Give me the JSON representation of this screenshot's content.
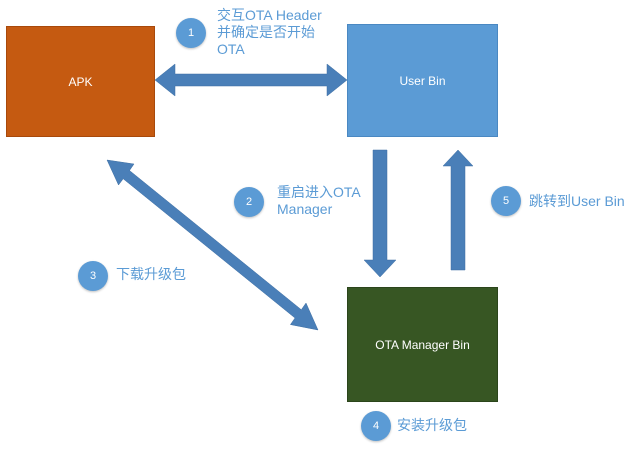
{
  "boxes": {
    "apk": "APK",
    "user_bin": "User Bin",
    "ota_manager_bin": "OTA Manager Bin"
  },
  "steps": [
    {
      "num": "1",
      "lines": [
        "交互OTA Header",
        "并确定是否开始",
        "OTA"
      ]
    },
    {
      "num": "2",
      "lines": [
        "重启进入OTA",
        "Manager"
      ]
    },
    {
      "num": "3",
      "lines": [
        "下载升级包"
      ]
    },
    {
      "num": "4",
      "lines": [
        "安装升级包"
      ]
    },
    {
      "num": "5",
      "lines": [
        "跳转到User Bin"
      ]
    }
  ],
  "colors": {
    "apk": "#c55a11",
    "user_bin": "#5b9bd5",
    "ota_manager_bin": "#375623",
    "arrow": "#4a7fb8",
    "badge": "#5b9bd5"
  }
}
